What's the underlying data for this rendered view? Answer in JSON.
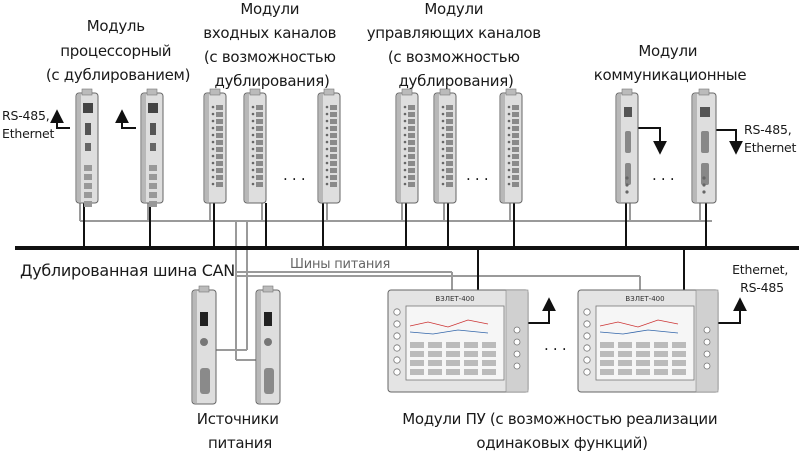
{
  "labels": {
    "cpu_module": [
      "Модуль",
      "процессорный",
      "(с дублированием)"
    ],
    "input_modules": [
      "Модули",
      "входных каналов",
      "(с возможностью",
      "дублирования)"
    ],
    "control_modules": [
      "Модули",
      "управляющих каналов",
      "(с возможностью",
      "дублирования)"
    ],
    "comm_modules": [
      "Модули",
      "коммуникационные"
    ],
    "cpu_interfaces": [
      "RS-485,",
      "Ethernet"
    ],
    "comm_interfaces": [
      "RS-485,",
      "Ethernet"
    ],
    "panel_interfaces": [
      "Ethernet,",
      "RS-485"
    ],
    "can_bus": "Дублированная шина CAN",
    "power_bus": "Шины питания",
    "power_supplies": [
      "Источники",
      "питания"
    ],
    "panel_modules": [
      "Модули ПУ (с возможностью реализации",
      "одинаковых функций)"
    ],
    "ellipsis": ". . ."
  },
  "panel_brand": "ВЗЛЕТ-400",
  "colors": {
    "bus": "#111111",
    "power_line": "#9a9a9a",
    "module_body": "#dcdcdc",
    "panel_screen": "#f4f4f4"
  }
}
